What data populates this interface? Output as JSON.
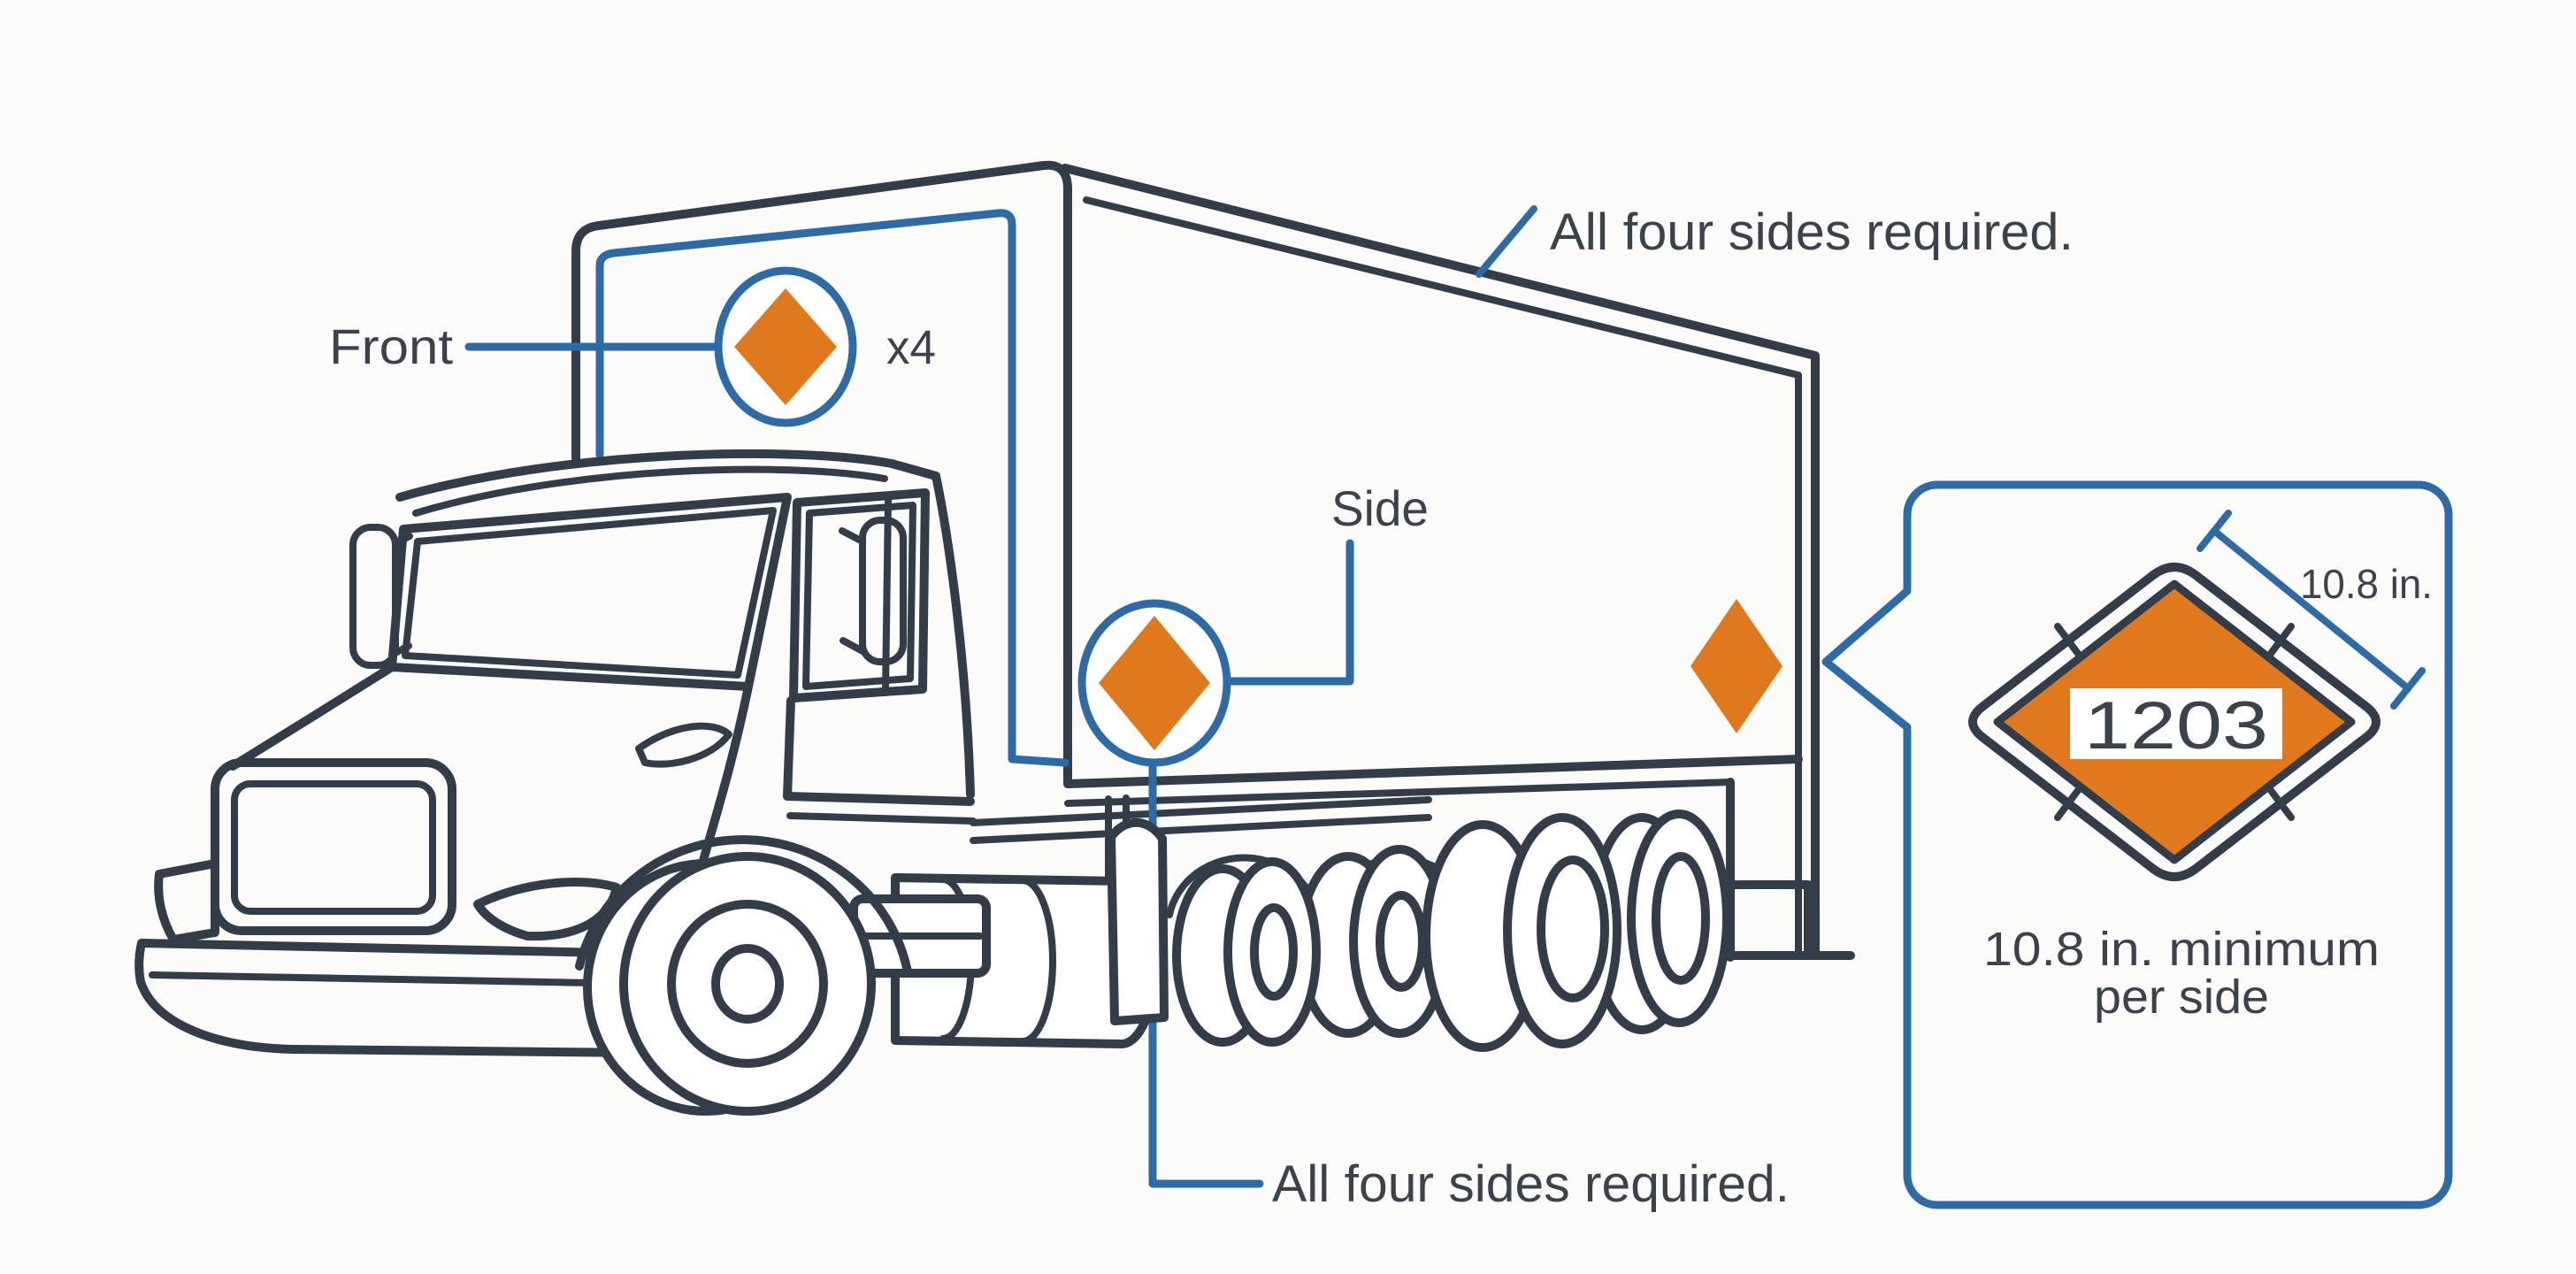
{
  "colors": {
    "bg": "#fbfbf9",
    "line": "#333d49",
    "blue": "#2e6ba6",
    "orange": "#e0791e",
    "ink": "#3a424c",
    "panel": "#ffffff"
  },
  "labels": {
    "front_label": "Front",
    "front_multiplier": "x4",
    "side_label": "Side",
    "top_note": "All four sides required.",
    "bottom_note": "All four sides required."
  },
  "callout": {
    "dimension": "10.8 in.",
    "placard_number": "1203",
    "minimum_line1": "10.8 in. minimum",
    "minimum_line2": "per side"
  }
}
